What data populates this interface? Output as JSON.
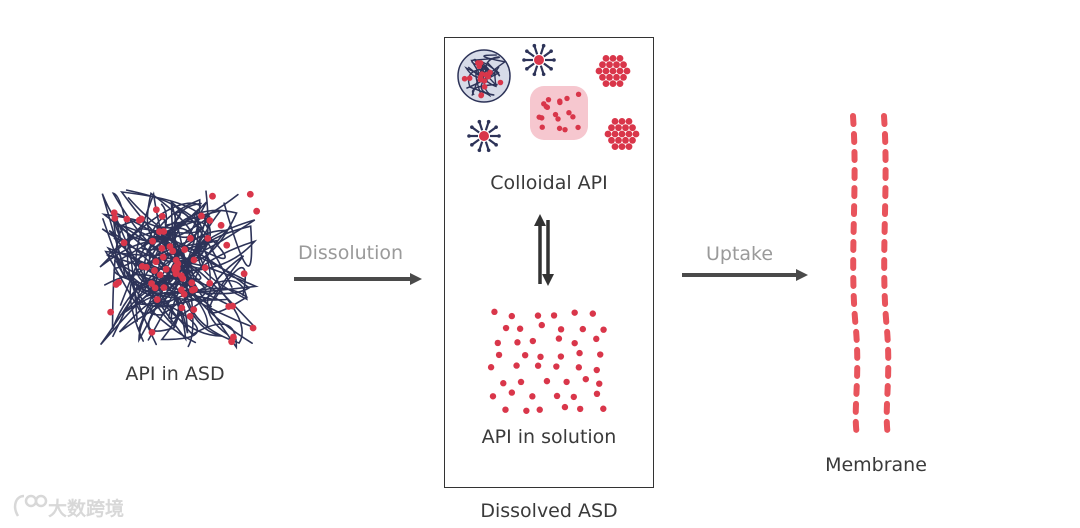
{
  "labels": {
    "api_in_asd": "API in ASD",
    "colloidal_api": "Colloidal API",
    "api_in_solution": "API in solution",
    "dissolved_asd": "Dissolved ASD",
    "membrane": "Membrane"
  },
  "arrows": {
    "dissolution": "Dissolution",
    "uptake": "Uptake"
  },
  "watermark": {
    "text": "大数跨境"
  },
  "colors": {
    "drug_red": "#d9364a",
    "polymer_navy": "#2d3358",
    "membrane_red": "#e8545c",
    "micelle_pink": "#f6c7cf",
    "arrow_gray": "#4a4a4a"
  }
}
